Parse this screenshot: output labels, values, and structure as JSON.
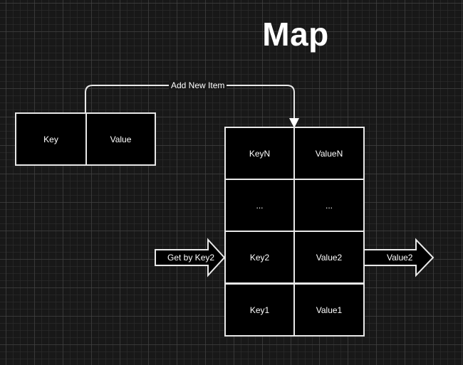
{
  "title": "Map",
  "new_item": {
    "key_label": "Key",
    "value_label": "Value",
    "edge_label": "Add New Item"
  },
  "map_rows": [
    {
      "key": "KeyN",
      "value": "ValueN"
    },
    {
      "key": "...",
      "value": "..."
    },
    {
      "key": "Key2",
      "value": "Value2"
    },
    {
      "key": "Key1",
      "value": "Value1"
    }
  ],
  "lookup": {
    "input_label": "Get by Key2",
    "output_label": "Value2"
  },
  "colors": {
    "background": "#181818",
    "cell_fill": "#000000",
    "stroke": "#e8e8e8",
    "text": "#ffffff"
  }
}
